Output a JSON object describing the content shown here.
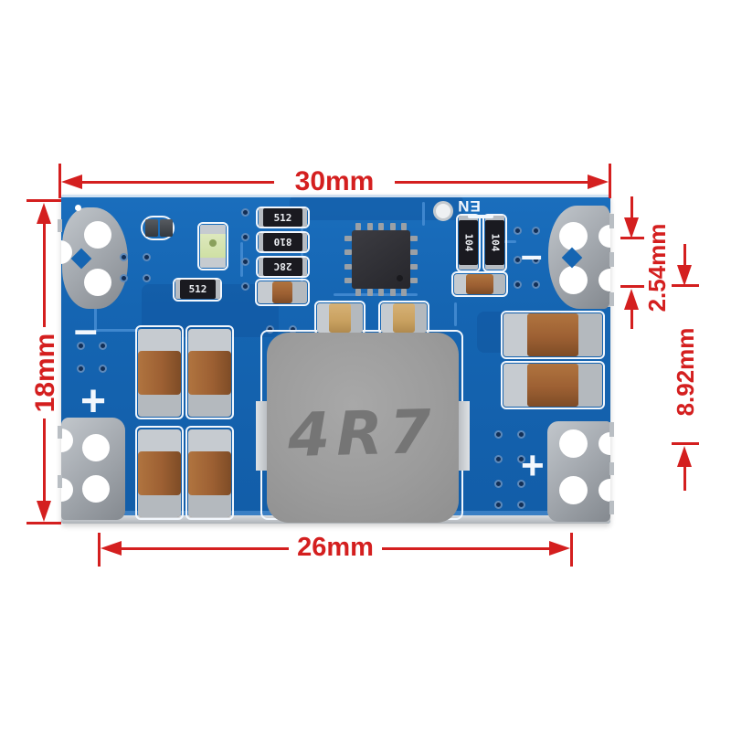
{
  "product": {
    "description": "Blue DC-DC step-down buck converter PCB module, photographed top-down with red dimension annotations"
  },
  "dimensions": {
    "board_width": "30mm",
    "board_height": "18mm",
    "hole_spacing": "26mm",
    "pad_pitch": "2.54mm",
    "pad_row_spacing": "8.92mm"
  },
  "silkscreen": {
    "enable": "EN",
    "minus_left": "–",
    "plus_left": "+",
    "minus_right": "–",
    "plus_right": "+"
  },
  "components": {
    "inductor_marking": "4R7",
    "resistors": [
      "512",
      "512",
      "810",
      "28C",
      "104",
      "104"
    ]
  },
  "colors": {
    "annotation_red": "#d41f1f",
    "pcb_blue": "#1565b2",
    "pcb_blue_dark": "#0d4e95",
    "trace_blue": "#4a90d6",
    "silkscreen_white": "#f2f7fd",
    "pad_silver": "#a9aeb4",
    "hole_white": "#ffffff",
    "inductor_gray": "#9c9c9c",
    "inductor_marking": "#717171",
    "capacitor_brown": "#9d6033",
    "capacitor_tan": "#c9a160",
    "resistor_black": "#1a1a20"
  }
}
